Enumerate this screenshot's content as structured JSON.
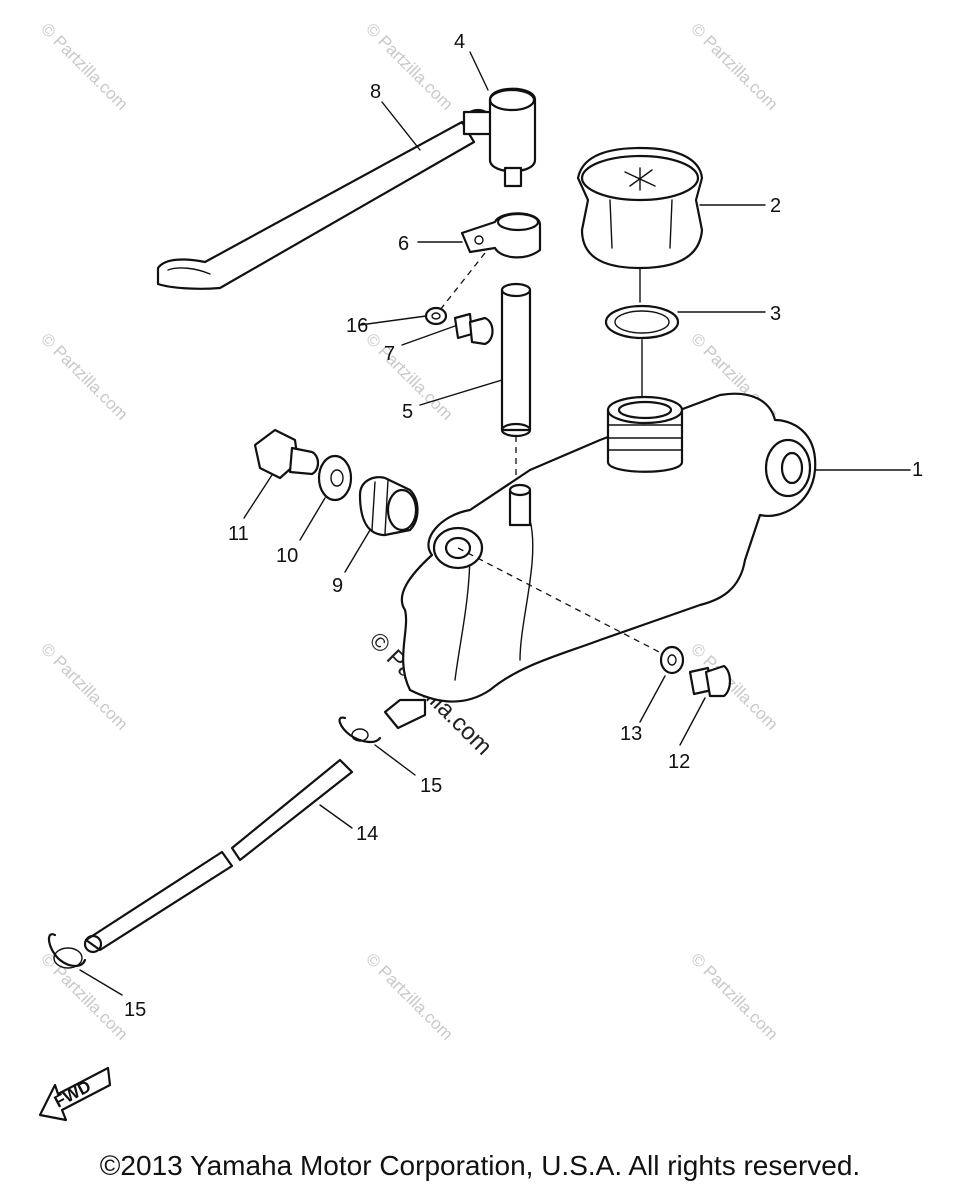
{
  "watermark": "© Partzilla.com",
  "fwd_label": "FWD",
  "copyright": "©2013 Yamaha Motor Corporation, U.S.A. All rights reserved.",
  "labels": {
    "p1": "1",
    "p2": "2",
    "p3": "3",
    "p4": "4",
    "p5": "5",
    "p6": "6",
    "p7": "7",
    "p8": "8",
    "p9": "9",
    "p10": "10",
    "p11": "11",
    "p12": "12",
    "p13": "13",
    "p14": "14",
    "p15a": "15",
    "p15b": "15",
    "p16": "16"
  }
}
